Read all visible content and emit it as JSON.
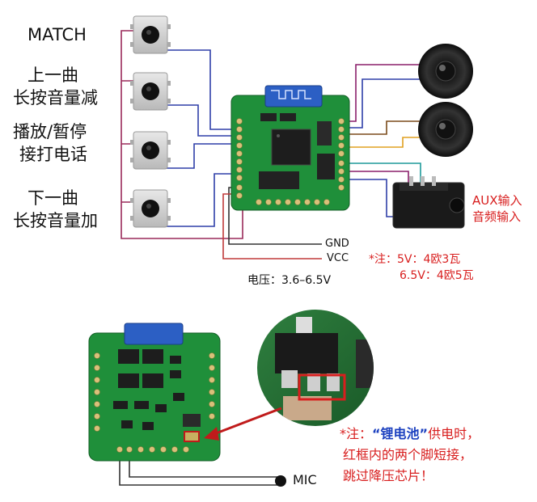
{
  "buttons": [
    {
      "line1": "MATCH",
      "line2": ""
    },
    {
      "line1": "上一曲",
      "line2": "长按音量减"
    },
    {
      "line1": "播放/暂停",
      "line2": "接打电话"
    },
    {
      "line1": "下一曲",
      "line2": "长按音量加"
    }
  ],
  "power": {
    "gnd": "GND",
    "vcc": "VCC",
    "voltage": "电压：3.6–6.5V"
  },
  "aux": {
    "line1": "AUX输入",
    "line2": "音频输入"
  },
  "speaker_note": {
    "line1": "*注：5V：4欧3瓦",
    "line2": "6.5V：4欧5瓦"
  },
  "mic": {
    "label": "MIC"
  },
  "battery_note": {
    "prefix": "*注：",
    "highlight": "“锂电池”",
    "suffix": "供电时，",
    "line2": "红框内的两个脚短接，",
    "line3": "跳过降压芯片！"
  },
  "colors": {
    "pcb": "#1f8f3a",
    "pcb_dark": "#166d2b",
    "note_red": "#d81e1e",
    "highlight_blue": "#1a3fbf",
    "wire_blue": "#2f3fa8",
    "wire_purple": "#8a1f6a",
    "wire_brown": "#7a4a1a",
    "wire_yellow": "#e0a020"
  }
}
